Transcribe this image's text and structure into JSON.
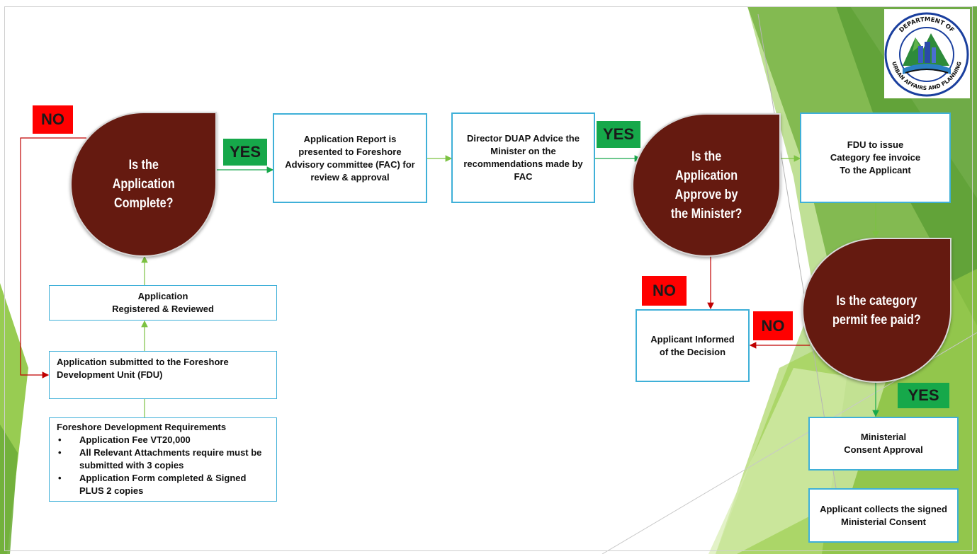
{
  "logo": {
    "text": "DEPARTMENT OF URBAN AFFAIRS AND PLANNING",
    "colors": {
      "ring": "#1a3f9e",
      "mountain": "#2e8b3a",
      "water": "#2b7fc2"
    }
  },
  "decisions": {
    "complete": "Is the\nApplication\nComplete?",
    "minister": "Is the\nApplication\nApprove by\nthe Minister?",
    "fee_paid": "Is the category\npermit fee paid?"
  },
  "boxes": {
    "fac_report": "Application Report is\npresented to Foreshore\nAdvisory committee (FAC) for\nreview &  approval",
    "director_advice": "Director DUAP Advice the\nMinister on the\nrecommendations made by\nFAC",
    "fdu_invoice": "FDU to issue\nCategory fee invoice\nTo the Applicant",
    "registered": "Application\nRegistered & Reviewed",
    "submitted": "Application submitted to the Foreshore\nDevelopment Unit (FDU)",
    "informed": "Applicant Informed\nof the Decision",
    "consent_approval": "Ministerial\nConsent Approval",
    "collects": "Applicant collects the signed\nMinisterial Consent"
  },
  "requirements": {
    "title": "Foreshore Development Requirements",
    "items": [
      "Application Fee VT20,000",
      "All Relevant Attachments require must be submitted with 3 copies",
      "Application Form completed & Signed PLUS 2 copies"
    ]
  },
  "labels": {
    "no_1": "NO",
    "yes_1": "YES",
    "yes_2": "YES",
    "no_2": "NO",
    "no_3": "NO",
    "yes_3": "YES"
  },
  "colors": {
    "decision_fill": "#651a10",
    "box_border": "#3fb0d8",
    "no_badge": "#ff0000",
    "yes_badge": "#16a84a",
    "flow_arrow": "#7cc242",
    "no_arrow": "#c00000"
  }
}
